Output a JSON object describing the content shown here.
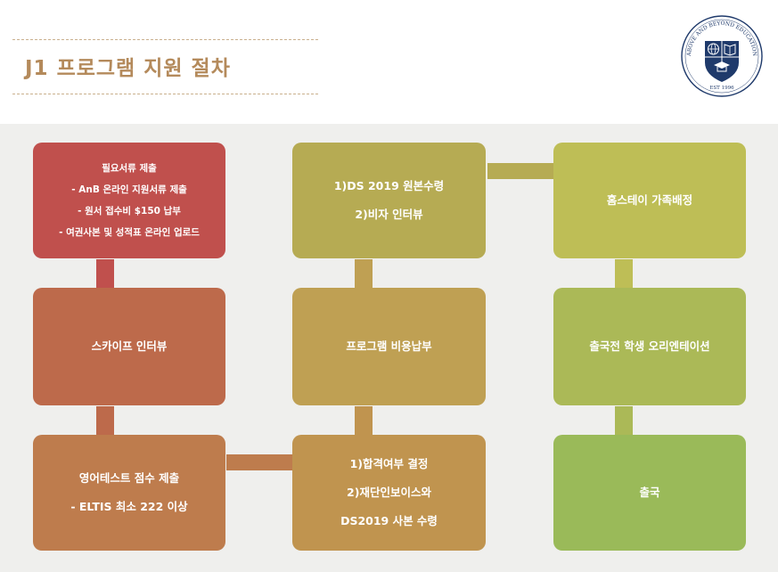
{
  "page": {
    "title": "J1 프로그램 지원 절차",
    "logo": {
      "icon": "academy-crest-icon",
      "arc_text": "ABOVE AND BEYOND EDUCATION",
      "est": "EST 1996"
    }
  },
  "colors": {
    "title": "#b48a5b",
    "panel": "#efefed",
    "step1": "#c0504d",
    "step2": "#bd6a4b",
    "step3": "#be7c4d",
    "step4": "#c0944f",
    "step5": "#bfa053",
    "step6": "#b6ab53",
    "step7": "#bebe56",
    "step8": "#abb957",
    "step9": "#9aba59"
  },
  "steps": [
    {
      "id": 1,
      "lines": [
        "필요서류 제출",
        "- AnB 온라인 지원서류 제출",
        "- 원서 접수비 $150 납부",
        "- 여권사본 및 성적표 온라인 업로드"
      ]
    },
    {
      "id": 2,
      "lines": [
        "스카이프 인터뷰"
      ]
    },
    {
      "id": 3,
      "lines": [
        "영어테스트 점수 제출",
        "- ELTIS 최소 222 이상"
      ]
    },
    {
      "id": 4,
      "lines": [
        "1)합격여부 결정",
        "2)재단인보이스와",
        "DS2019 사본 수령"
      ]
    },
    {
      "id": 5,
      "lines": [
        "프로그램 비용납부"
      ]
    },
    {
      "id": 6,
      "lines": [
        "1)DS 2019 원본수령",
        "2)비자 인터뷰"
      ]
    },
    {
      "id": 7,
      "lines": [
        "홈스테이 가족배정"
      ]
    },
    {
      "id": 8,
      "lines": [
        "출국전 학생 오리엔테이션"
      ]
    },
    {
      "id": 9,
      "lines": [
        "출국"
      ]
    }
  ]
}
